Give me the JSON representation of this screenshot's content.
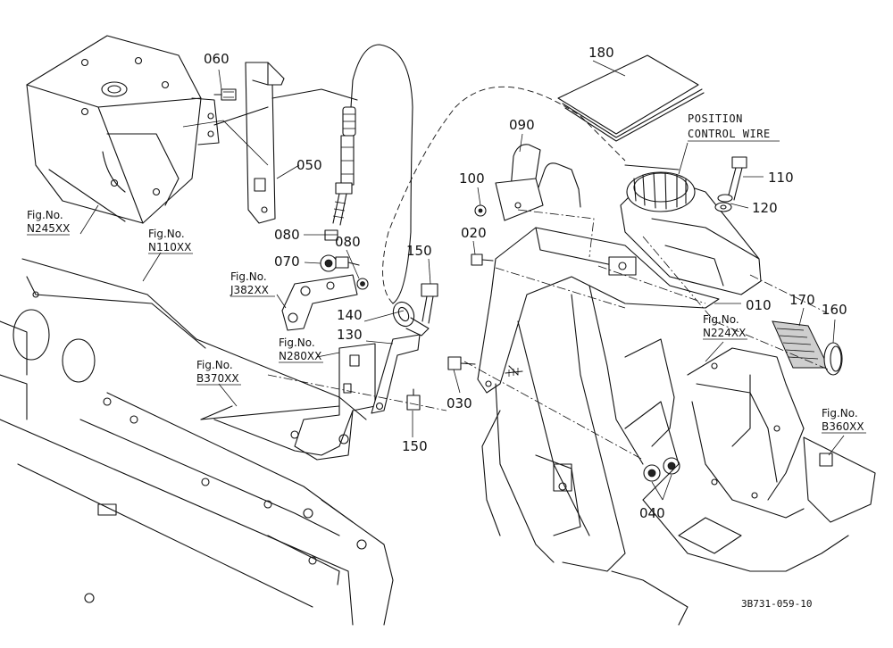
{
  "diagram": {
    "drawing_number": "3B731-059-10",
    "callouts": [
      "060",
      "050",
      "080",
      "070",
      "080",
      "150",
      "140",
      "130",
      "150",
      "180",
      "090",
      "100",
      "020",
      "030",
      "040",
      "110",
      "120",
      "010",
      "170",
      "160"
    ],
    "position_control_wire": {
      "line1": "POSITION",
      "line2": "CONTROL WIRE"
    },
    "figure_refs": [
      {
        "label": "Fig.No.",
        "code": "N245XX"
      },
      {
        "label": "Fig.No.",
        "code": "N110XX"
      },
      {
        "label": "Fig.No.",
        "code": "J382XX"
      },
      {
        "label": "Fig.No.",
        "code": "N280XX"
      },
      {
        "label": "Fig.No.",
        "code": "B370XX"
      },
      {
        "label": "Fig.No.",
        "code": "N224XX"
      },
      {
        "label": "Fig.No.",
        "code": "B360XX"
      }
    ]
  }
}
